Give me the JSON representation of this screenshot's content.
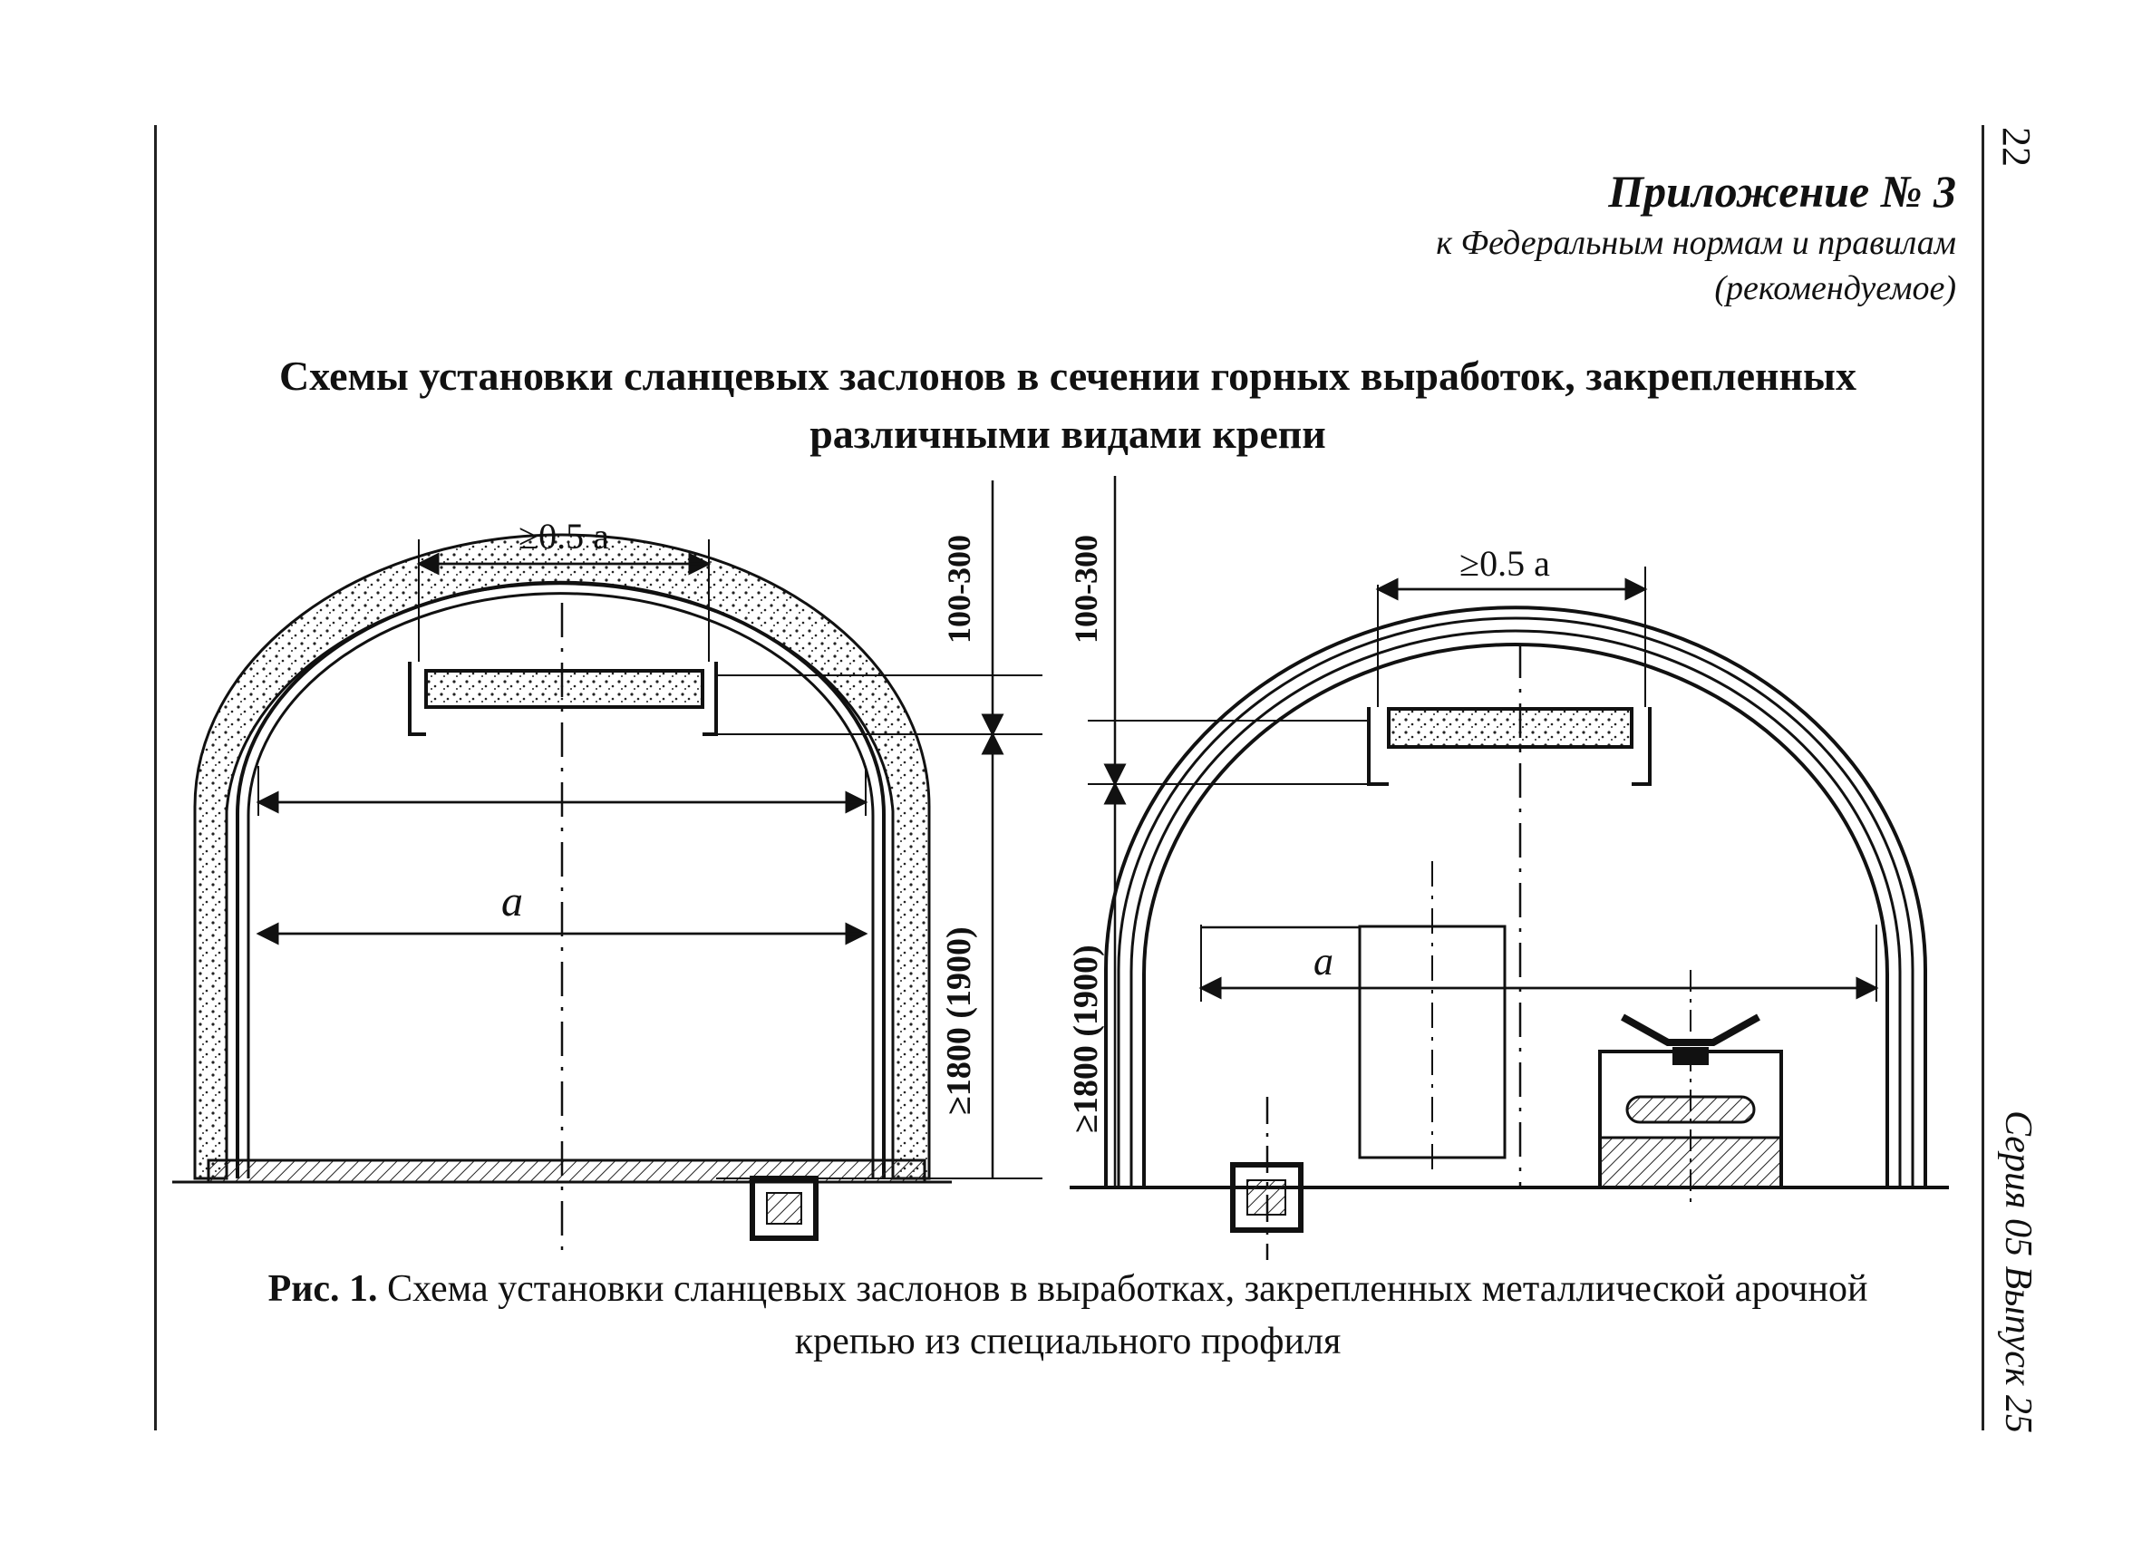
{
  "page": {
    "number": "22",
    "series": "Серия 05 Выпуск 25"
  },
  "header": {
    "appendix": "Приложение № 3",
    "line1": "к Федеральным нормам и правилам",
    "line2": "(рекомендуемое)"
  },
  "title": {
    "line1": "Схемы установки сланцевых заслонов в сечении горных выработок, закрепленных",
    "line2": "различными видами крепи"
  },
  "figure": {
    "left": {
      "barrier_width": "≥0.5 a",
      "section_width": "a",
      "crown_gap": "100-300",
      "barrier_height": "≥1800 (1900)"
    },
    "right": {
      "barrier_width": "≥0.5 a",
      "section_width": "a",
      "crown_gap": "100-300",
      "barrier_height": "≥1800 (1900)"
    }
  },
  "caption": {
    "label": "Рис. 1.",
    "line1": "Схема установки сланцевых заслонов в выработках, закрепленных металлической арочной",
    "line2": "крепью из специального профиля"
  }
}
